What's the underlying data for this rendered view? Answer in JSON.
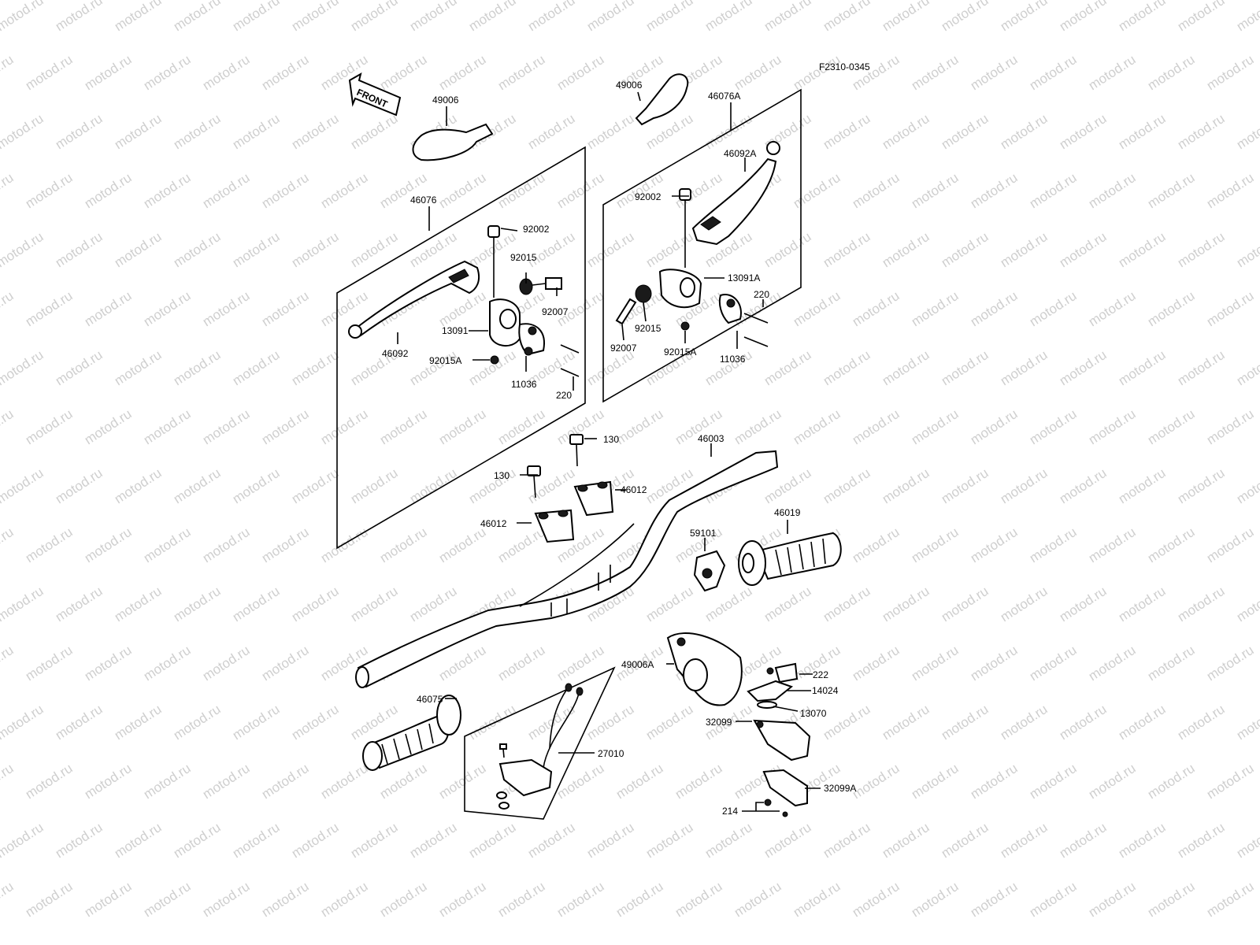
{
  "diagram_code": "F2310-0345",
  "front_label": "FRONT",
  "watermark": "motod.ru",
  "part_numbers": {
    "p49006": "49006",
    "p49006_r": "49006",
    "p46076": "46076",
    "p46076A": "46076A",
    "p46092A": "46092A",
    "p92002_l": "92002",
    "p92002_r": "92002",
    "p92015_l": "92015",
    "p92007_l": "92007",
    "p13091": "13091",
    "p46092": "46092",
    "p92015A_l": "92015A",
    "p11036_l": "11036",
    "p220_l": "220",
    "p13091A": "13091A",
    "p220_r": "220",
    "p92015_r": "92015",
    "p92007_r": "92007",
    "p92015A_r": "92015A",
    "p11036_r": "11036",
    "p130_a": "130",
    "p130_b": "130",
    "p46003": "46003",
    "p46012_a": "46012",
    "p46012_b": "46012",
    "p46019": "46019",
    "p59101": "59101",
    "p49006A": "49006A",
    "p222": "222",
    "p14024": "14024",
    "p13070": "13070",
    "p46075": "46075",
    "p32099": "32099",
    "p27010": "27010",
    "p32099A": "32099A",
    "p214": "214"
  }
}
